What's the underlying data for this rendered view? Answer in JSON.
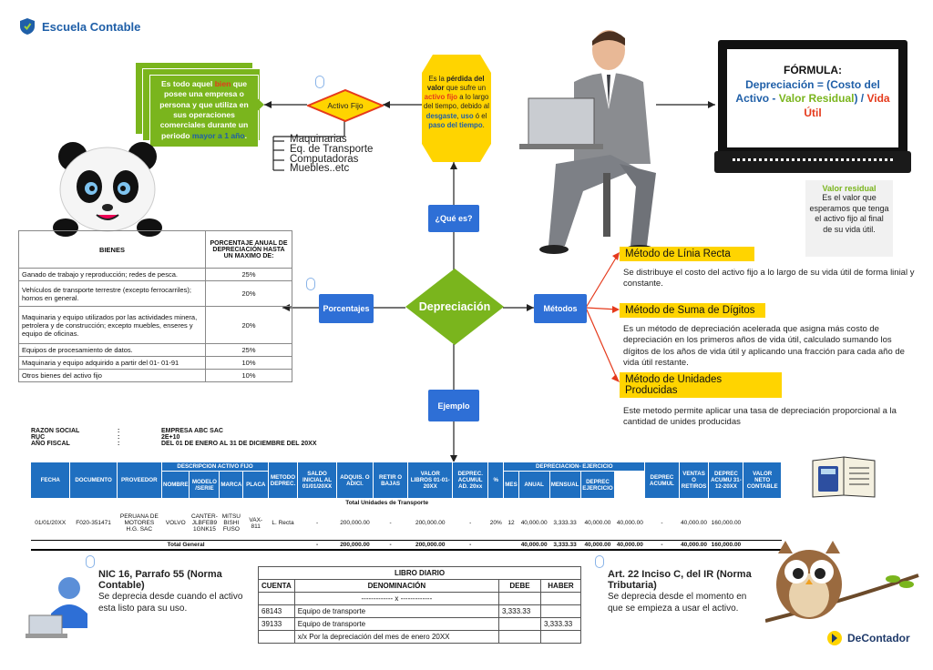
{
  "brand": {
    "name": "Escuela Contable",
    "logo2": "DeContador"
  },
  "activo_fijo": {
    "label": "Activo Fijo",
    "def_parts": [
      "Es todo aquel ",
      "bien",
      " que posee una empresa o persona y que utiliza en sus operaciones comerciales durante un periodo ",
      "mayor a 1 año",
      "."
    ],
    "examples": [
      "Maquinarias",
      "Eq. de Transporte",
      "Computadoras",
      "Muebles..etc"
    ]
  },
  "definicion": {
    "parts": [
      "Es la ",
      "pérdida del valor",
      " que sufre un ",
      "activo fijo",
      " a lo largo del tiempo, debido al ",
      "desgaste",
      ", ",
      "uso",
      " ó el ",
      "paso del tiempo",
      "."
    ]
  },
  "center": {
    "label": "Depreciación",
    "que_es": "¿Qué es?",
    "porcentajes": "Porcentajes",
    "metodos": "Métodos",
    "ejemplo": "Ejemplo"
  },
  "formula": {
    "title": "FÓRMULA:",
    "p1": "Depreciación = (",
    "p2": "Costo del Activo",
    "p3": " - ",
    "p4": "Valor Residual",
    "p5": ") / ",
    "p6": "Vida Útil"
  },
  "valor_residual": {
    "title": "Valor residual",
    "body": "Es el valor que esperamos que tenga el activo fijo al final de su vida útil."
  },
  "metodos": [
    {
      "title": "Método de Línia Recta",
      "desc": "Se distribuye el costo del activo fijo a lo largo de su vida útil de forma linial y constante."
    },
    {
      "title": "Método de Suma de Dígitos",
      "desc": "Es un método de depreciación acelerada que asigna más costo de depreciación en los primeros años de vida útil, calculado sumando los dígitos de los años de vida útil y aplicando una fracción para cada año de vida útil restante."
    },
    {
      "title": "Método de Unidades Producidas",
      "desc": "Este metodo permite aplicar una tasa de depreciación proporcional a la cantidad de unides producidas"
    }
  ],
  "porcentajes_tabla": {
    "headers": [
      "BIENES",
      "PORCENTAJE ANUAL DE DEPRECIACIÓN HASTA UN MAXIMO DE:"
    ],
    "rows": [
      [
        "Ganado de trabajo y reproducción; redes de pesca.",
        "25%"
      ],
      [
        "Vehículos de transporte terrestre (excepto ferrocarriles); hornos en general.",
        "20%"
      ],
      [
        "Maquinaria y equipo utilizados por las actividades minera, petrolera y de construcción; excepto muebles, enseres y equipo de oficinas.",
        "20%"
      ],
      [
        "Equipos de procesamiento de datos.",
        "25%"
      ],
      [
        "Maquinaria y equipo adquirido a partir del 01- 01-91",
        "10%"
      ],
      [
        "Otros bienes del activo fijo",
        "10%"
      ]
    ]
  },
  "empresa": {
    "rows": [
      [
        "RAZON SOCIAL",
        ":",
        "EMPRESA ABC SAC"
      ],
      [
        "RUC",
        ":",
        "2E+10"
      ],
      [
        "AÑO FISCAL",
        ":",
        "DEL 01 DE ENERO AL 31 DE DICIEMBRE DEL 20XX"
      ]
    ]
  },
  "detalle": {
    "h": {
      "fecha": "FECHA",
      "documento": "DOCUMENTO",
      "proveedor": "PROVEEDOR",
      "desc_group": "DESCRIPCION ACTIVO FIJO",
      "nombre": "NOMBRE",
      "modelo": "MODELO /SERIE",
      "marca": "MARCA",
      "placa": "PLACA",
      "metodo": "METODO DEPREC.",
      "saldo": "SALDO INICIAL AL 01/01/20XX",
      "adquis": "ADQUIS. O ADICI.",
      "retir": "RETIR O BAJAS",
      "valor_libros": "VALOR LIBROS 01-01-20XX",
      "deprec_acum": "DEPREC. ACUMUL AD. 20xx",
      "pct": "%",
      "dep_group": "DEPRECIACION- EJERCICIO",
      "mes": "MES",
      "anual": "ANUAL",
      "mensual": "MENSUAL",
      "deprec_ej": "DEPREC EJERCICIO",
      "deprec_acumul": "DEPREC ACUMUL",
      "ventas": "VENTAS O RETIROS",
      "deprec_acumu": "DEPREC ACUMU 31-12-20XX",
      "valor_neto": "VALOR NETO CONTABLE"
    },
    "section": "Total Unidades de Transporte",
    "row": [
      "01/01/20XX",
      "F020-351471",
      "PERUANA DE MOTORES H.G. SAC",
      "VOLVO",
      "CANTER- JLBFEB9 1GNK15",
      "MITSU BISHI FUSO",
      "VAX-811",
      "L. Recta",
      "-",
      "200,000.00",
      "-",
      "200,000.00",
      "-",
      "20%",
      "12",
      "40,000.00",
      "3,333.33",
      "40,000.00",
      "40,000.00",
      "-",
      "40,000.00",
      "160,000.00"
    ],
    "total": [
      "Total General",
      "-",
      "200,000.00",
      "-",
      "200,000.00",
      "-",
      "40,000.00",
      "3,333.33",
      "40,000.00",
      "40,000.00",
      "-",
      "40,000.00",
      "160,000.00"
    ]
  },
  "nic": {
    "title": "NIC 16, Parrafo 55 (Norma Contable)",
    "body": "Se deprecia desde cuando el activo esta listo para su uso."
  },
  "libro": {
    "title": "LIBRO DIARIO",
    "headers": [
      "CUENTA",
      "DENOMINACIÓN",
      "DEBE",
      "HABER"
    ],
    "sep": "------------- x -------------",
    "rows": [
      [
        "68143",
        "Equipo de transporte",
        "3,333.33",
        ""
      ],
      [
        "39133",
        "Equipo de transporte",
        "",
        "3,333.33"
      ]
    ],
    "glosa": "x/x Por la depreciación del mes de enero 20XX"
  },
  "art": {
    "title": "Art. 22 Inciso C, del IR (Norma Tributaria)",
    "body": "Se deprecia desde el momento en que se empieza a usar el activo."
  },
  "colors": {
    "blue": "#2e6fd6",
    "green": "#7ab51d",
    "yellow": "#ffd400",
    "red": "#e53a1c"
  }
}
